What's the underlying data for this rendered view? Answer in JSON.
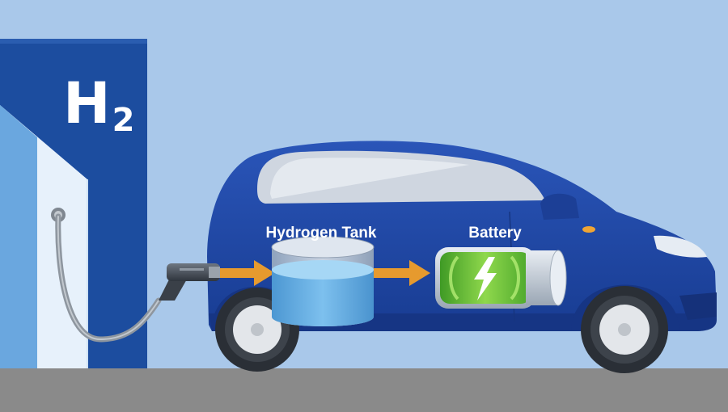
{
  "station": {
    "symbol": "H",
    "subscript": "2"
  },
  "labels": {
    "tank": "Hydrogen Tank",
    "battery": "Battery"
  },
  "icons": {
    "battery_symbol": "lightning-bolt-icon",
    "nozzle": "fuel-nozzle-icon"
  },
  "colors": {
    "sky": "#a9c8ea",
    "station": "#1c4d9f",
    "car_body": "#1f47a6",
    "arrow": "#e69a2e",
    "battery_charge": "#6cc43a",
    "hydrogen": "#5aa6dc",
    "ground": "#8a8a8a"
  }
}
